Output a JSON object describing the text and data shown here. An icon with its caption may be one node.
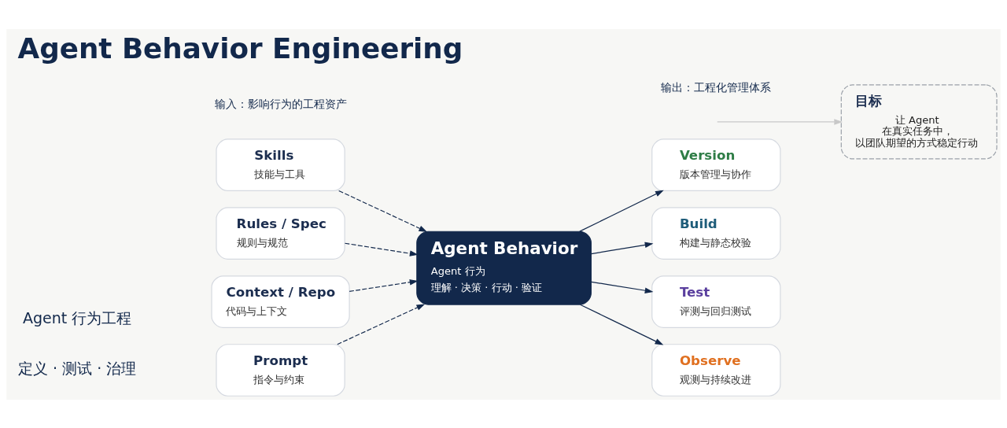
{
  "diagram": {
    "title": "Agent Behavior Engineering",
    "nodes": [
      {
        "text": [
          "Prompt",
          "指令与约束"
        ]
      },
      {
        "text": [
          "Skills",
          "技能与工具"
        ]
      },
      {
        "text": [
          "Rules / Spec",
          "规则与规范"
        ]
      },
      {
        "text": [
          "Context / Repo",
          "代码与上下文"
        ]
      },
      {
        "text": [
          "Agent Behavior",
          "Agent 行为",
          "理解 · 决策 · 行动 · 验证"
        ]
      },
      {
        "text": [
          "Version",
          "版本管理与协作"
        ]
      },
      {
        "text": [
          "Build",
          "构建与静态校验"
        ]
      },
      {
        "text": [
          "Test",
          "评测与回归测试"
        ]
      },
      {
        "text": [
          "Observe",
          "观测与持续改进"
        ]
      },
      {
        "text": [
          "目标",
          "让 Agent 在真实任务中，以团队期望的方式稳定行动"
        ]
      }
    ],
    "edges": [
      {
        "from": 0,
        "to": 4,
        "arrow": "to",
        "style": "dashed"
      },
      {
        "from": 1,
        "to": 4,
        "arrow": "to",
        "style": "dashed"
      },
      {
        "from": 2,
        "to": 4,
        "arrow": "to",
        "style": "dashed"
      },
      {
        "from": 3,
        "to": 4,
        "arrow": "to",
        "style": "dashed"
      },
      {
        "from": 4,
        "to": 5,
        "arrow": "to"
      },
      {
        "from": 4,
        "to": 6,
        "arrow": "to"
      },
      {
        "from": 4,
        "to": 7,
        "arrow": "to"
      },
      {
        "from": 4,
        "to": 8,
        "arrow": "to"
      },
      {
        "from": null,
        "to": 9,
        "arrow": "to",
        "color": "#c8c8c8"
      }
    ],
    "labels": [
      "Agent 行为工程",
      "定义 · 测试 · 治理",
      "输入：影响行为的工程资产",
      "输出：工程化管理体系"
    ]
  }
}
